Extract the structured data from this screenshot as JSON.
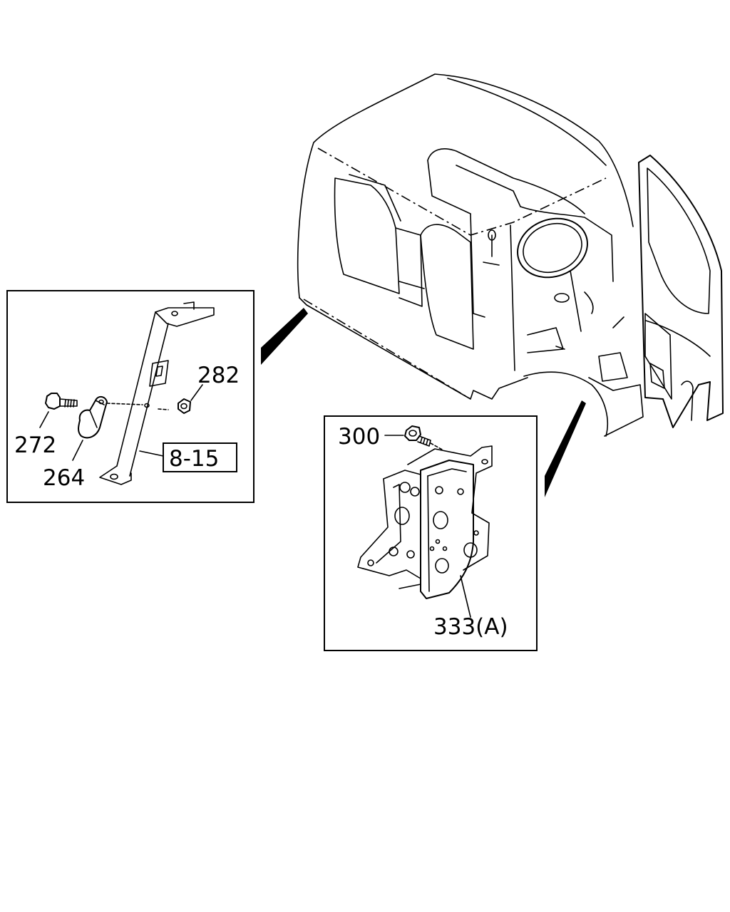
{
  "callouts": {
    "p282": "282",
    "p272": "272",
    "p264": "264",
    "ref": "8-15",
    "p300": "300",
    "p333": "333(A)"
  },
  "colors": {
    "ink": "#000000",
    "paper": "#ffffff"
  }
}
